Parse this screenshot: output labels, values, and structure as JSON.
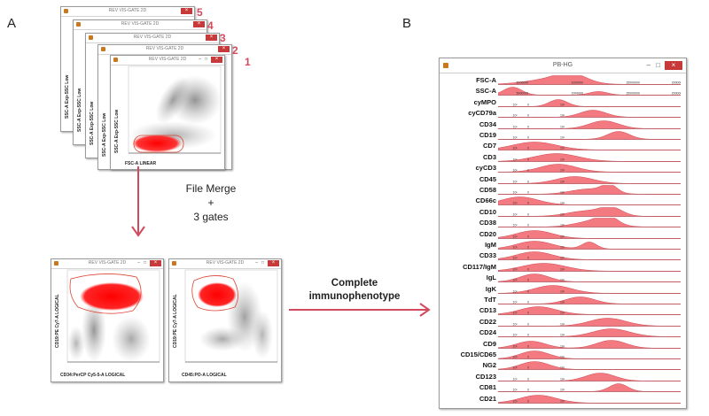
{
  "panels": {
    "a": "A",
    "b": "B"
  },
  "stack": {
    "window_title": "REV VIS-GATE 2D",
    "numbers": [
      "5",
      "4",
      "3",
      "2",
      "1"
    ],
    "y_axis_label": "SSC-A Exp-SSC Low",
    "x_axis_label": "FSC-A LINEAR"
  },
  "merge_text": {
    "line1": "File Merge",
    "line2": "+",
    "line3": "3 gates"
  },
  "complete_text": {
    "line1": "Complete",
    "line2": "immunophenotype"
  },
  "gate_windows": [
    {
      "title": "REV VIS-GATE 2D",
      "y_label": "CD19:PE Cy7-A LOGICAL",
      "x_label": "CD34:PerCP Cy5-5-A LOGICAL"
    },
    {
      "title": "REV VIS-GATE 2D",
      "y_label": "CD19:PE Cy7-A LOGICAL",
      "x_label": "CD45:PO-A LOGICAL"
    }
  ],
  "hist_window": {
    "title": "PB-HG",
    "min": "–",
    "max": "□",
    "close": "×",
    "peak_color": "#f27a80",
    "markers": [
      [
        "5000000",
        "1000000",
        "15000000",
        "20000000"
      ],
      [
        "5000000",
        "1000000",
        "15000000",
        "20000000"
      ],
      [
        "10²",
        "0",
        "10³"
      ],
      [
        "10²",
        "0",
        "10³"
      ],
      [
        "10²",
        "0",
        "10³"
      ],
      [
        "10²",
        "0",
        "10³"
      ],
      [
        "10²",
        "0",
        "10³"
      ],
      [
        "10²",
        "0",
        "10³"
      ],
      [
        "10²",
        "0",
        "10³"
      ],
      [
        "10²",
        "0",
        "10³"
      ],
      [
        "10²",
        "0",
        "10³"
      ],
      [
        "10²",
        "0",
        "10³"
      ],
      [
        "10²",
        "0",
        "10³"
      ],
      [
        "10²",
        "0",
        "10³"
      ],
      [
        "10²",
        "0",
        "10³"
      ],
      [
        "10²",
        "0",
        "10³"
      ],
      [
        "10²",
        "0",
        "10³"
      ],
      [
        "10²",
        "0",
        "10³"
      ],
      [
        "10²",
        "0",
        "10³"
      ],
      [
        "10²",
        "0",
        "10³"
      ],
      [
        "10²",
        "0",
        "10³"
      ],
      [
        "10²",
        "0",
        "10³"
      ],
      [
        "10²",
        "0",
        "10³"
      ],
      [
        "10²",
        "0",
        "10³"
      ],
      [
        "10²",
        "0",
        "10³"
      ],
      [
        "10²",
        "0",
        "10³"
      ],
      [
        "10²",
        "0",
        "10³"
      ],
      [
        "10²",
        "0",
        "10³"
      ],
      [
        "10²",
        "0",
        "10³"
      ],
      [
        "10²",
        "0",
        "10³"
      ],
      [
        "10²",
        "0",
        "10³"
      ]
    ],
    "markers_note": "",
    "rows": [
      {
        "label": "FSC-A",
        "peaks": [
          [
            0.3,
            0.14,
            0.6
          ],
          [
            0.4,
            0.08,
            0.9
          ]
        ]
      },
      {
        "label": "SSC-A",
        "peaks": [
          [
            0.08,
            0.05,
            0.9
          ],
          [
            0.55,
            0.05,
            0.4
          ]
        ]
      },
      {
        "label": "cyMPO",
        "peaks": [
          [
            0.33,
            0.05,
            0.8
          ]
        ]
      },
      {
        "label": "cyCD79a",
        "peaks": [
          [
            0.52,
            0.07,
            0.8
          ]
        ]
      },
      {
        "label": "CD34",
        "peaks": [
          [
            0.58,
            0.08,
            0.9
          ]
        ]
      },
      {
        "label": "CD19",
        "peaks": [
          [
            0.66,
            0.06,
            0.9
          ]
        ]
      },
      {
        "label": "CD7",
        "peaks": [
          [
            0.2,
            0.12,
            0.9
          ]
        ]
      },
      {
        "label": "CD3",
        "peaks": [
          [
            0.32,
            0.12,
            0.9
          ]
        ]
      },
      {
        "label": "cyCD3",
        "peaks": [
          [
            0.33,
            0.1,
            0.9
          ]
        ]
      },
      {
        "label": "CD45",
        "peaks": [
          [
            0.42,
            0.1,
            0.8
          ]
        ]
      },
      {
        "label": "CD58",
        "peaks": [
          [
            0.5,
            0.1,
            0.6
          ],
          [
            0.61,
            0.04,
            0.9
          ]
        ]
      },
      {
        "label": "CD66c",
        "peaks": [
          [
            0.12,
            0.1,
            0.9
          ]
        ]
      },
      {
        "label": "CD10",
        "peaks": [
          [
            0.48,
            0.1,
            0.6
          ],
          [
            0.62,
            0.06,
            0.9
          ]
        ]
      },
      {
        "label": "CD38",
        "peaks": [
          [
            0.53,
            0.1,
            0.7
          ],
          [
            0.6,
            0.05,
            0.9
          ]
        ]
      },
      {
        "label": "CD20",
        "peaks": [
          [
            0.2,
            0.1,
            0.9
          ]
        ]
      },
      {
        "label": "IgM",
        "peaks": [
          [
            0.2,
            0.1,
            0.9
          ],
          [
            0.5,
            0.04,
            0.8
          ]
        ]
      },
      {
        "label": "CD33",
        "peaks": [
          [
            0.2,
            0.1,
            0.9
          ]
        ]
      },
      {
        "label": "CD117/IgM",
        "peaks": [
          [
            0.25,
            0.12,
            0.9
          ]
        ]
      },
      {
        "label": "IgL",
        "peaks": [
          [
            0.2,
            0.08,
            0.9
          ]
        ]
      },
      {
        "label": "IgK",
        "peaks": [
          [
            0.3,
            0.1,
            0.9
          ]
        ]
      },
      {
        "label": "TdT",
        "peaks": [
          [
            0.45,
            0.08,
            0.8
          ]
        ]
      },
      {
        "label": "CD13",
        "peaks": [
          [
            0.22,
            0.1,
            0.9
          ]
        ]
      },
      {
        "label": "CD22",
        "peaks": [
          [
            0.6,
            0.1,
            0.9
          ]
        ]
      },
      {
        "label": "CD24",
        "peaks": [
          [
            0.62,
            0.1,
            0.9
          ]
        ]
      },
      {
        "label": "CD9",
        "peaks": [
          [
            0.18,
            0.08,
            0.8
          ],
          [
            0.62,
            0.08,
            0.9
          ]
        ]
      },
      {
        "label": "CD15/CD65",
        "peaks": [
          [
            0.2,
            0.08,
            0.9
          ]
        ]
      },
      {
        "label": "NG2",
        "peaks": [
          [
            0.2,
            0.08,
            0.9
          ]
        ]
      },
      {
        "label": "CD123",
        "peaks": [
          [
            0.56,
            0.08,
            0.9
          ]
        ]
      },
      {
        "label": "CD81",
        "peaks": [
          [
            0.66,
            0.05,
            0.9
          ]
        ]
      },
      {
        "label": "CD21",
        "peaks": [
          [
            0.22,
            0.1,
            0.9
          ]
        ]
      }
    ]
  }
}
